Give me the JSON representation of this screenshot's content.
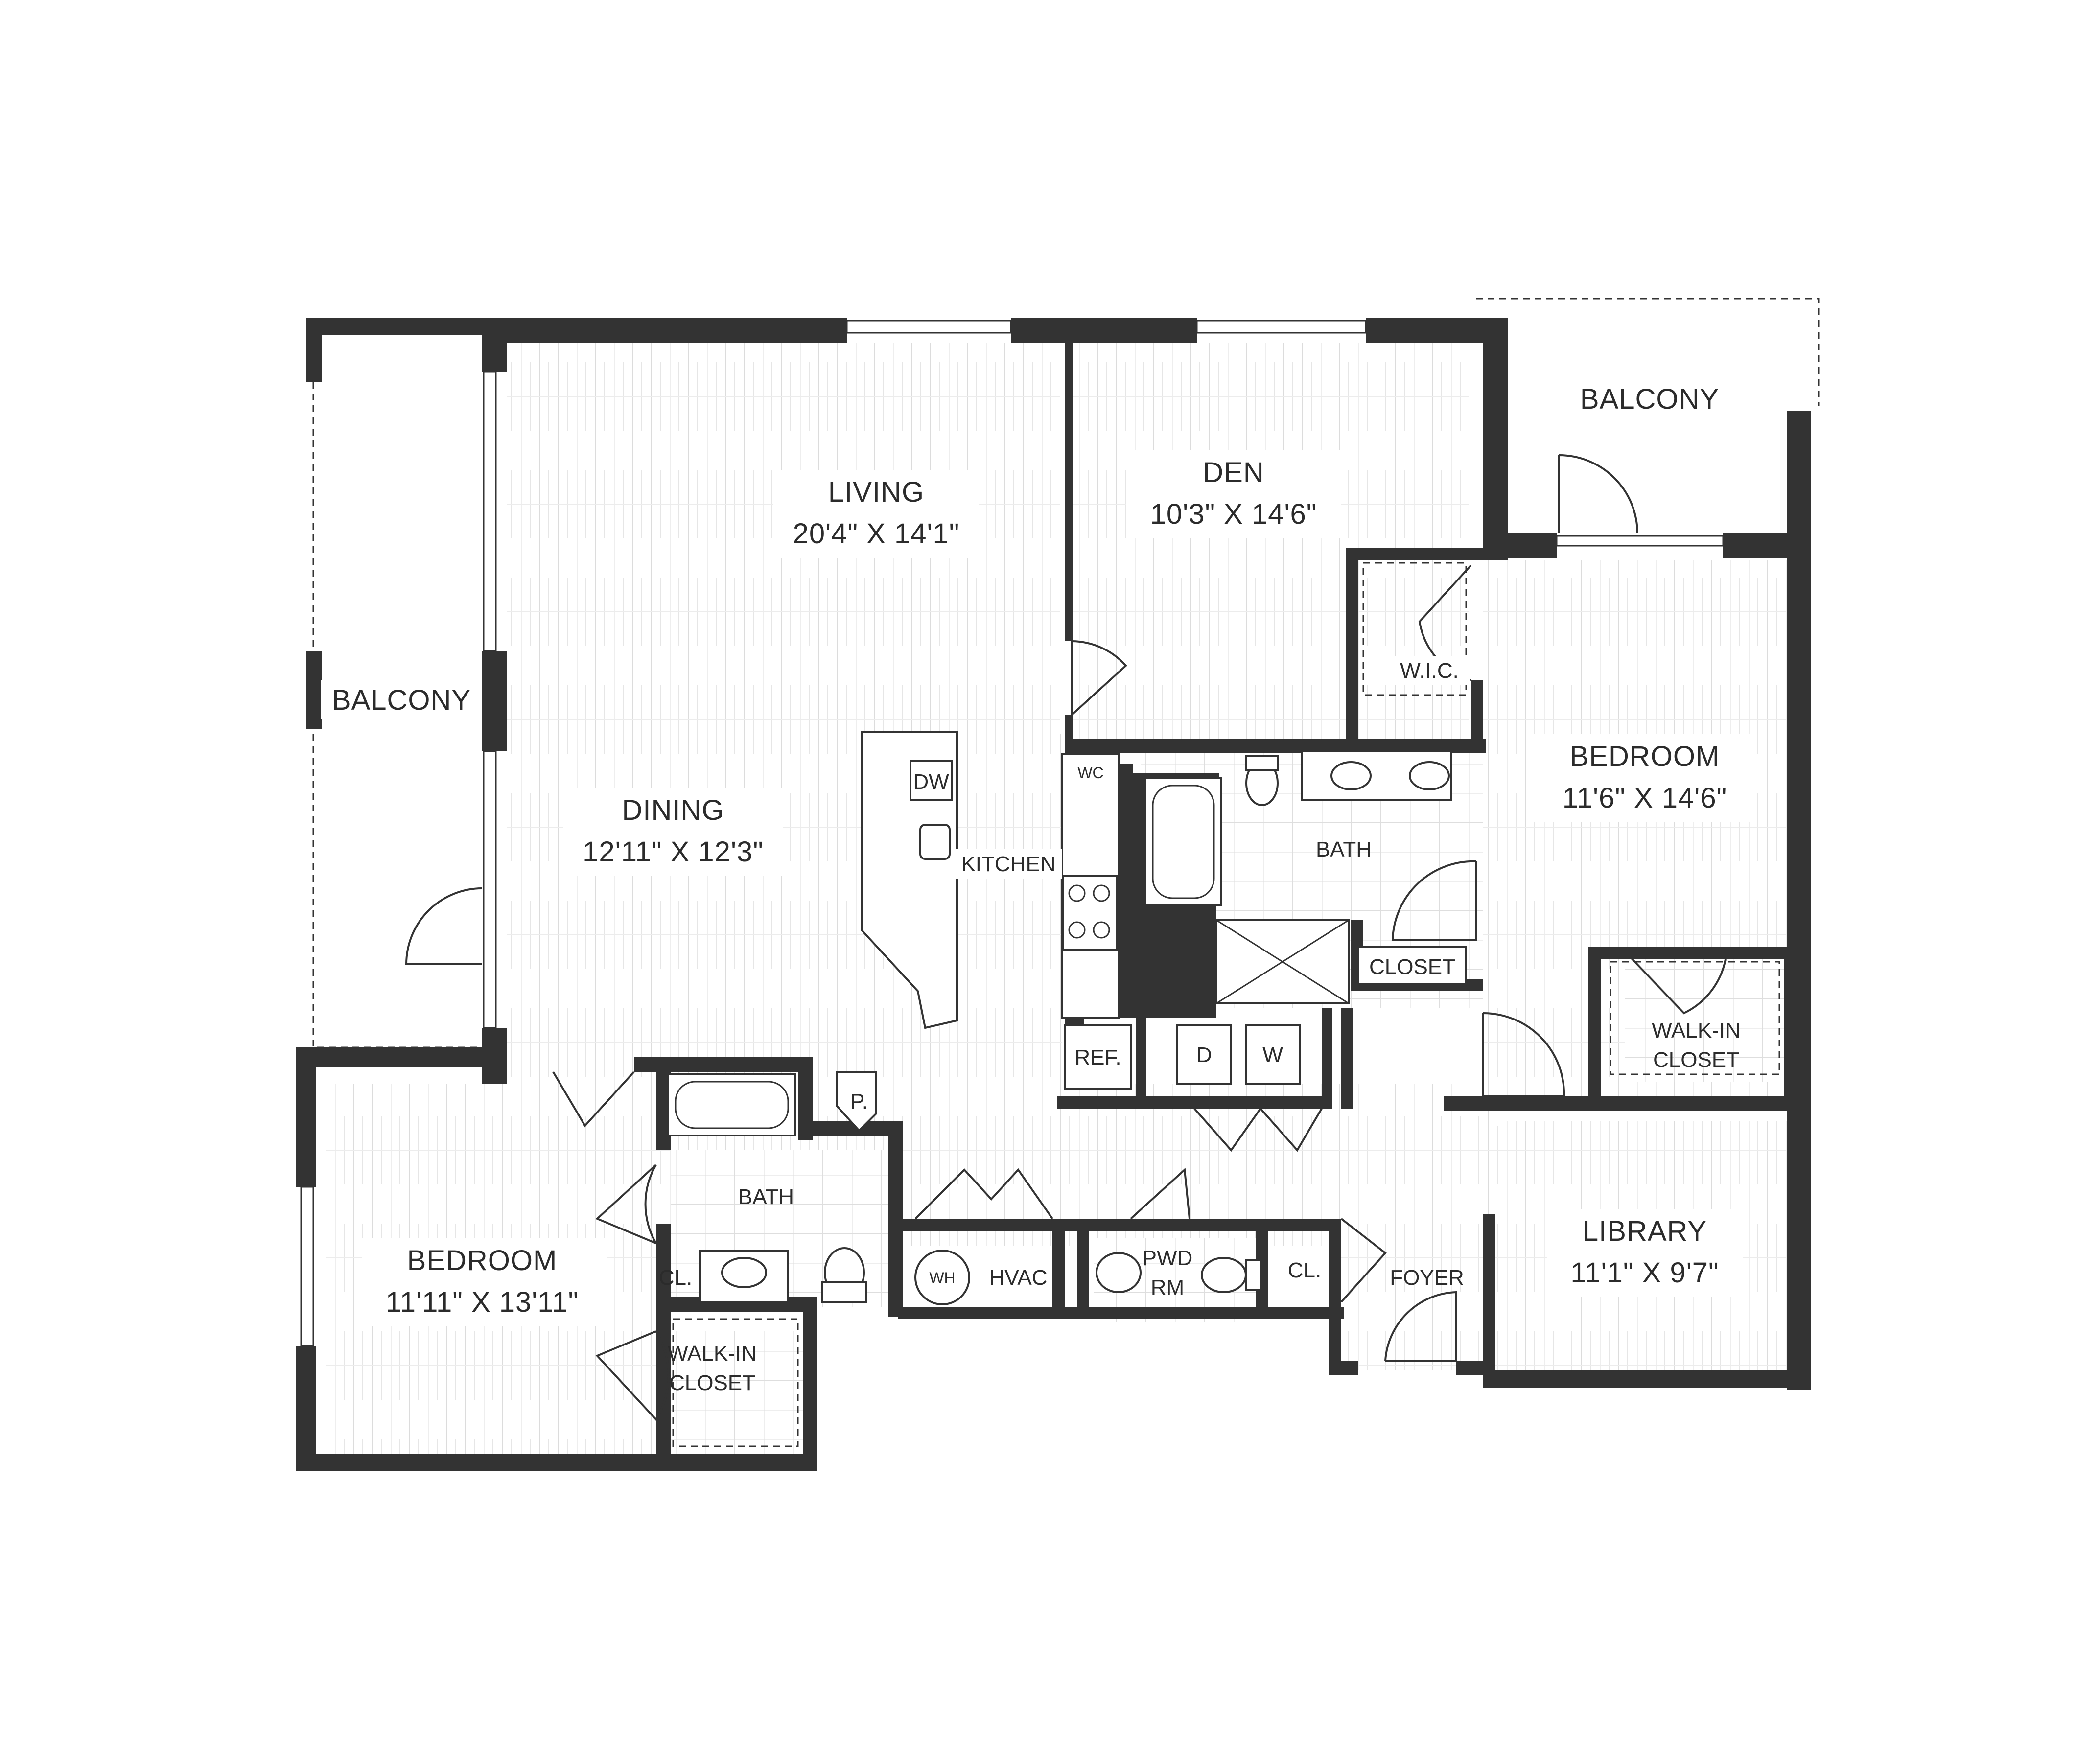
{
  "rooms": {
    "living": {
      "name": "LIVING",
      "dim": "20'4\" X 14'1\""
    },
    "den": {
      "name": "DEN",
      "dim": "10'3\" X 14'6\""
    },
    "dining": {
      "name": "DINING",
      "dim": "12'11\" X 12'3\""
    },
    "bedroom_main": {
      "name": "BEDROOM",
      "dim": "11'6\" X 14'6\""
    },
    "bedroom_second": {
      "name": "BEDROOM",
      "dim": "11'11\" X 13'11\""
    },
    "library": {
      "name": "LIBRARY",
      "dim": "11'1\" X 9'7\""
    }
  },
  "labels": {
    "balcony_left": "BALCONY",
    "balcony_right": "BALCONY",
    "kitchen": "KITCHEN",
    "bath_main": "BATH",
    "bath_second": "BATH",
    "wic": "W.I.C.",
    "closet": "CLOSET",
    "walkin_right_1": "WALK-IN",
    "walkin_right_2": "CLOSET",
    "walkin_left_1": "WALK-IN",
    "walkin_left_2": "CLOSET",
    "foyer": "FOYER",
    "pwd_1": "PWD",
    "pwd_2": "RM",
    "cl_left": "CL.",
    "cl_foyer": "CL.",
    "wc": "WC",
    "dw": "DW",
    "ref": "REF.",
    "dryer": "D",
    "washer": "W",
    "pantry": "P.",
    "wh": "WH",
    "hvac": "HVAC"
  },
  "colors": {
    "wall": "#333333",
    "floor_line": "#d8d8d8",
    "background": "#ffffff"
  }
}
